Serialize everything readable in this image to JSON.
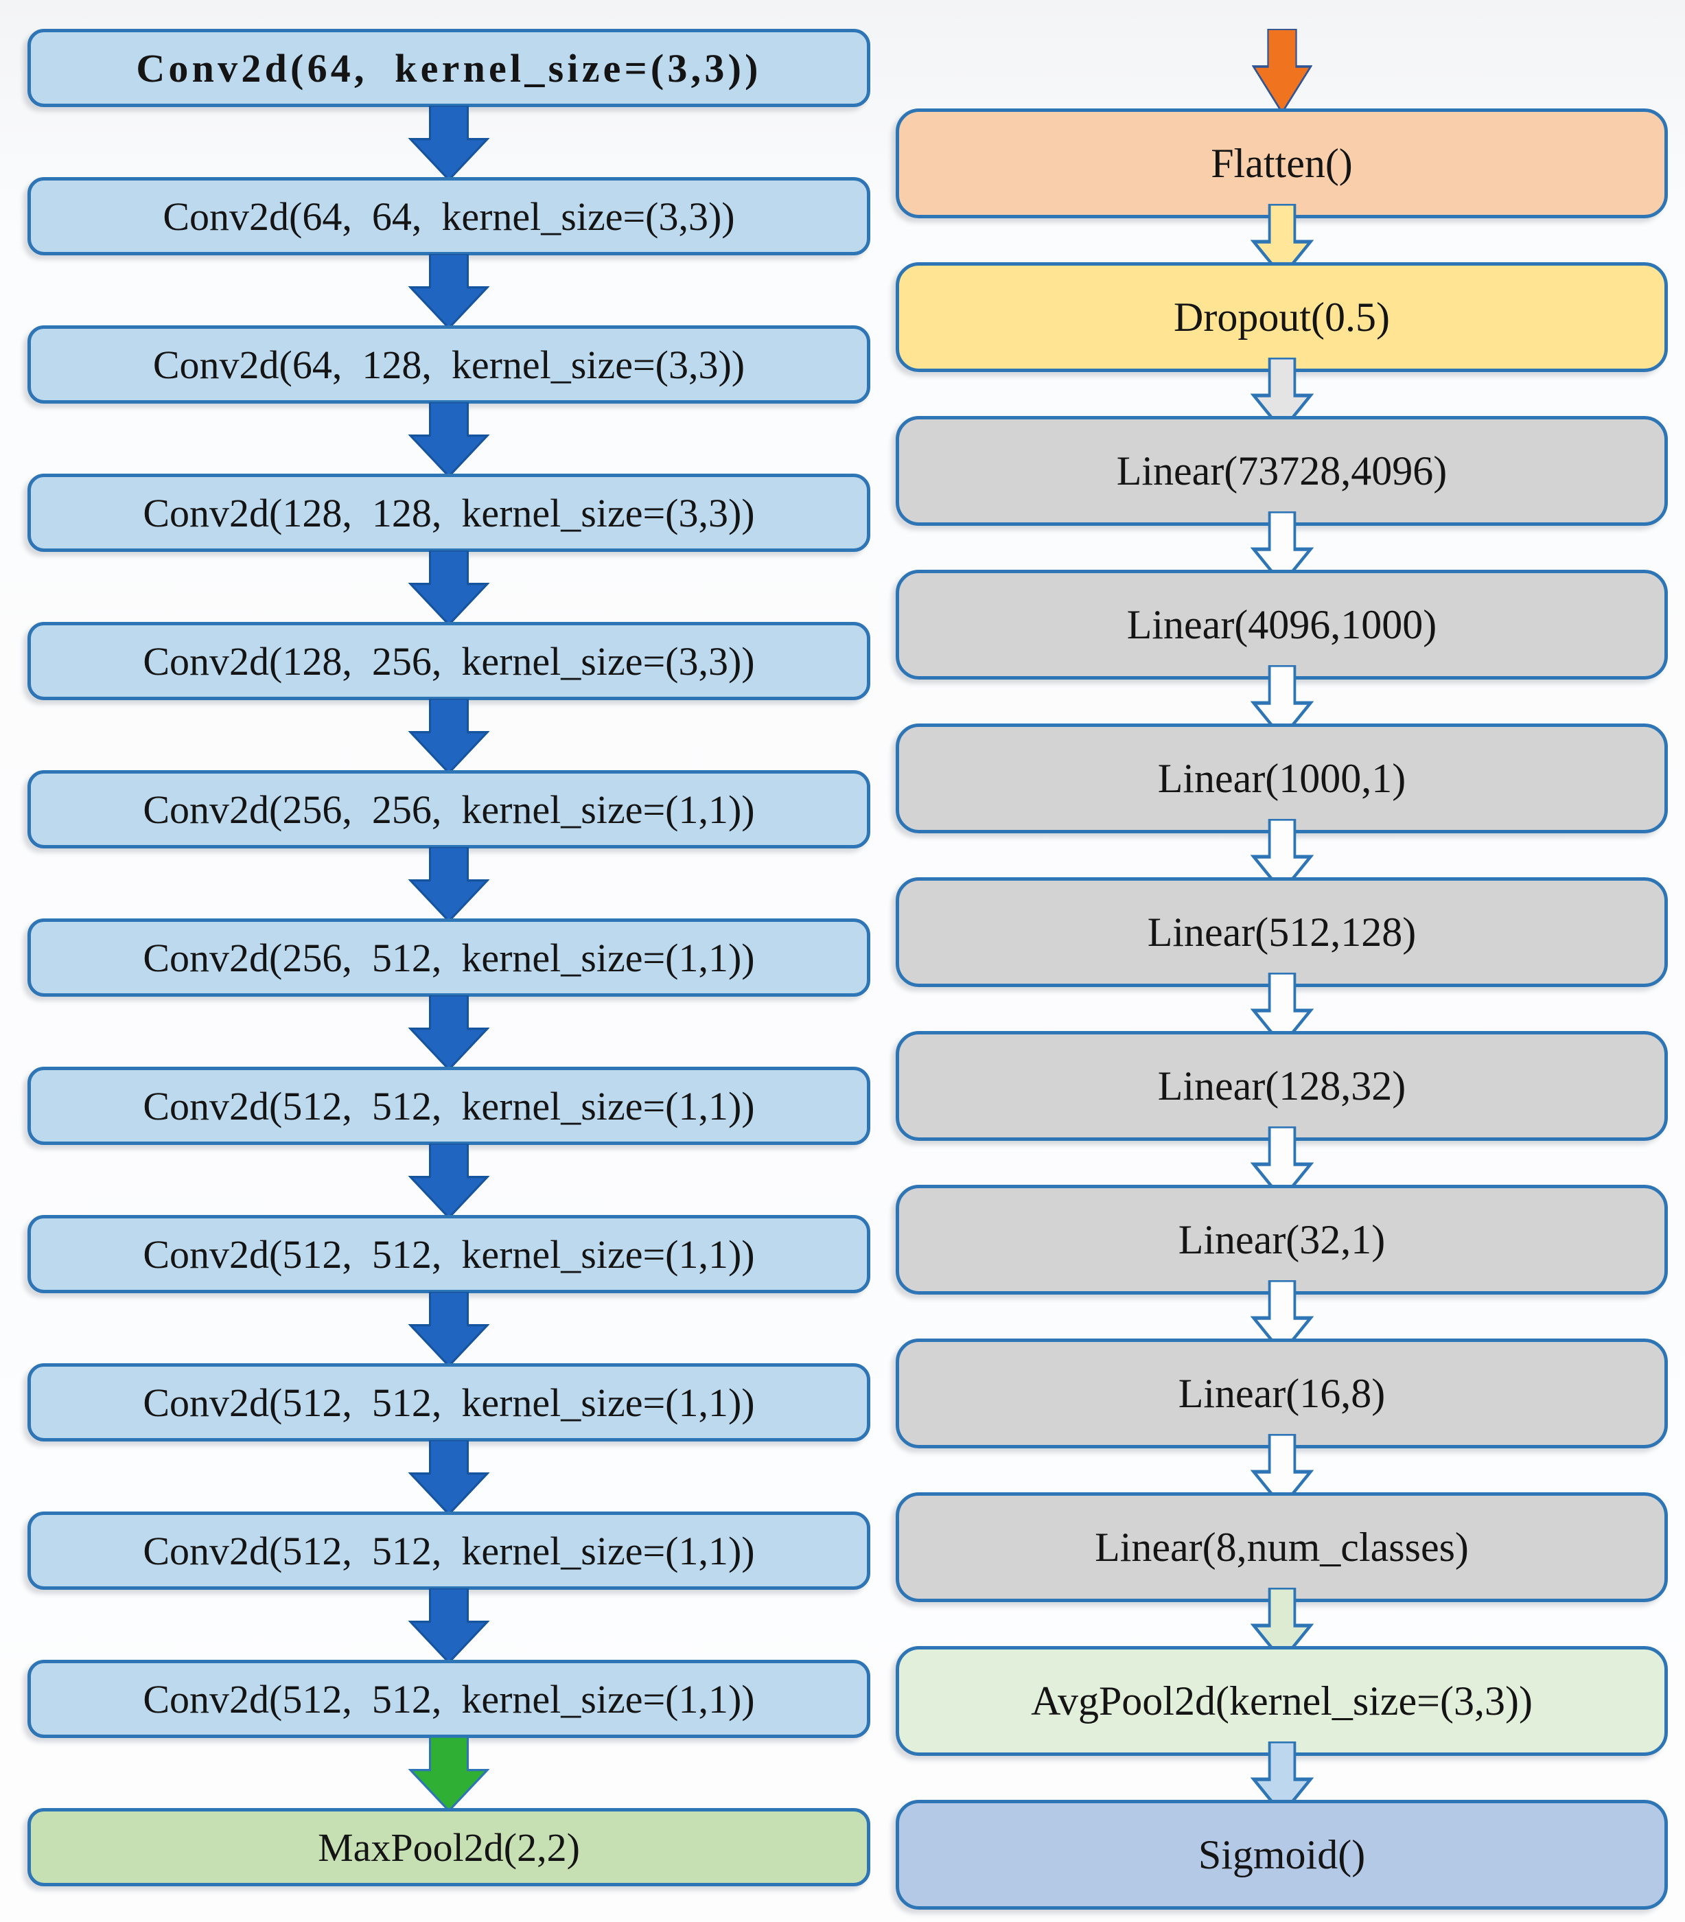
{
  "diagram": {
    "left_column": {
      "nodes": [
        {
          "label": "Conv2d(64,  kernel_size=(3,3))",
          "type": "conv",
          "emphasized": true,
          "arrow": "blue"
        },
        {
          "label": "Conv2d(64,  64,  kernel_size=(3,3))",
          "type": "conv",
          "emphasized": false,
          "arrow": "blue"
        },
        {
          "label": "Conv2d(64,  128,  kernel_size=(3,3))",
          "type": "conv",
          "emphasized": false,
          "arrow": "blue"
        },
        {
          "label": "Conv2d(128,  128,  kernel_size=(3,3))",
          "type": "conv",
          "emphasized": false,
          "arrow": "blue"
        },
        {
          "label": "Conv2d(128,  256,  kernel_size=(3,3))",
          "type": "conv",
          "emphasized": false,
          "arrow": "blue"
        },
        {
          "label": "Conv2d(256,  256,  kernel_size=(1,1))",
          "type": "conv",
          "emphasized": false,
          "arrow": "blue"
        },
        {
          "label": "Conv2d(256,  512,  kernel_size=(1,1))",
          "type": "conv",
          "emphasized": false,
          "arrow": "blue"
        },
        {
          "label": "Conv2d(512,  512,  kernel_size=(1,1))",
          "type": "conv",
          "emphasized": false,
          "arrow": "blue"
        },
        {
          "label": "Conv2d(512,  512,  kernel_size=(1,1))",
          "type": "conv",
          "emphasized": false,
          "arrow": "blue"
        },
        {
          "label": "Conv2d(512,  512,  kernel_size=(1,1))",
          "type": "conv",
          "emphasized": false,
          "arrow": "blue"
        },
        {
          "label": "Conv2d(512,  512,  kernel_size=(1,1))",
          "type": "conv",
          "emphasized": false,
          "arrow": "blue"
        },
        {
          "label": "Conv2d(512,  512,  kernel_size=(1,1))",
          "type": "conv",
          "emphasized": false,
          "arrow": "green"
        },
        {
          "label": "MaxPool2d(2,2)",
          "type": "maxpool",
          "emphasized": false,
          "arrow": null
        }
      ]
    },
    "right_column": {
      "entry_arrow": "orange",
      "nodes": [
        {
          "label": "Flatten()",
          "type": "flatten",
          "arrow_fill": "#FFE699"
        },
        {
          "label": "Dropout(0.5)",
          "type": "dropout",
          "arrow_fill": "#E4E4E4"
        },
        {
          "label": "Linear(73728,4096)",
          "type": "linear",
          "arrow_fill": "#FDFDFD"
        },
        {
          "label": "Linear(4096,1000)",
          "type": "linear",
          "arrow_fill": "#FDFDFD"
        },
        {
          "label": "Linear(1000,1)",
          "type": "linear",
          "arrow_fill": "#FDFDFD"
        },
        {
          "label": "Linear(512,128)",
          "type": "linear",
          "arrow_fill": "#FDFDFD"
        },
        {
          "label": "Linear(128,32)",
          "type": "linear",
          "arrow_fill": "#FDFDFD"
        },
        {
          "label": "Linear(32,1)",
          "type": "linear",
          "arrow_fill": "#FDFDFD"
        },
        {
          "label": "Linear(16,8)",
          "type": "linear",
          "arrow_fill": "#FDFDFD"
        },
        {
          "label": "Linear(8,num_classes)",
          "type": "linear",
          "arrow_fill": "#DCEBD2"
        },
        {
          "label": "AvgPool2d(kernel_size=(3,3))",
          "type": "avgpool",
          "arrow_fill": "#BDD7EE"
        },
        {
          "label": "Sigmoid()",
          "type": "sigmoid",
          "arrow_fill": null
        }
      ]
    },
    "colors": {
      "box_border": "#2E75B6",
      "conv_fill": "#BDD9EE",
      "maxpool_fill": "#C6E0B4",
      "flatten_fill": "#F9CFAB",
      "dropout_fill": "#FFE593",
      "linear_fill": "#D4D3D3",
      "avgpool_fill": "#E2EFDA",
      "sigmoid_fill": "#B3C9E6",
      "arrow_blue": "#2065C0",
      "arrow_blue_edge": "#17549E",
      "arrow_green": "#2FAF34",
      "arrow_green_edge": "#2E75B6",
      "arrow_orange": "#F0741F",
      "arrow_orange_edge": "#2F5597",
      "arrow_outline": "#2E75B6"
    }
  }
}
